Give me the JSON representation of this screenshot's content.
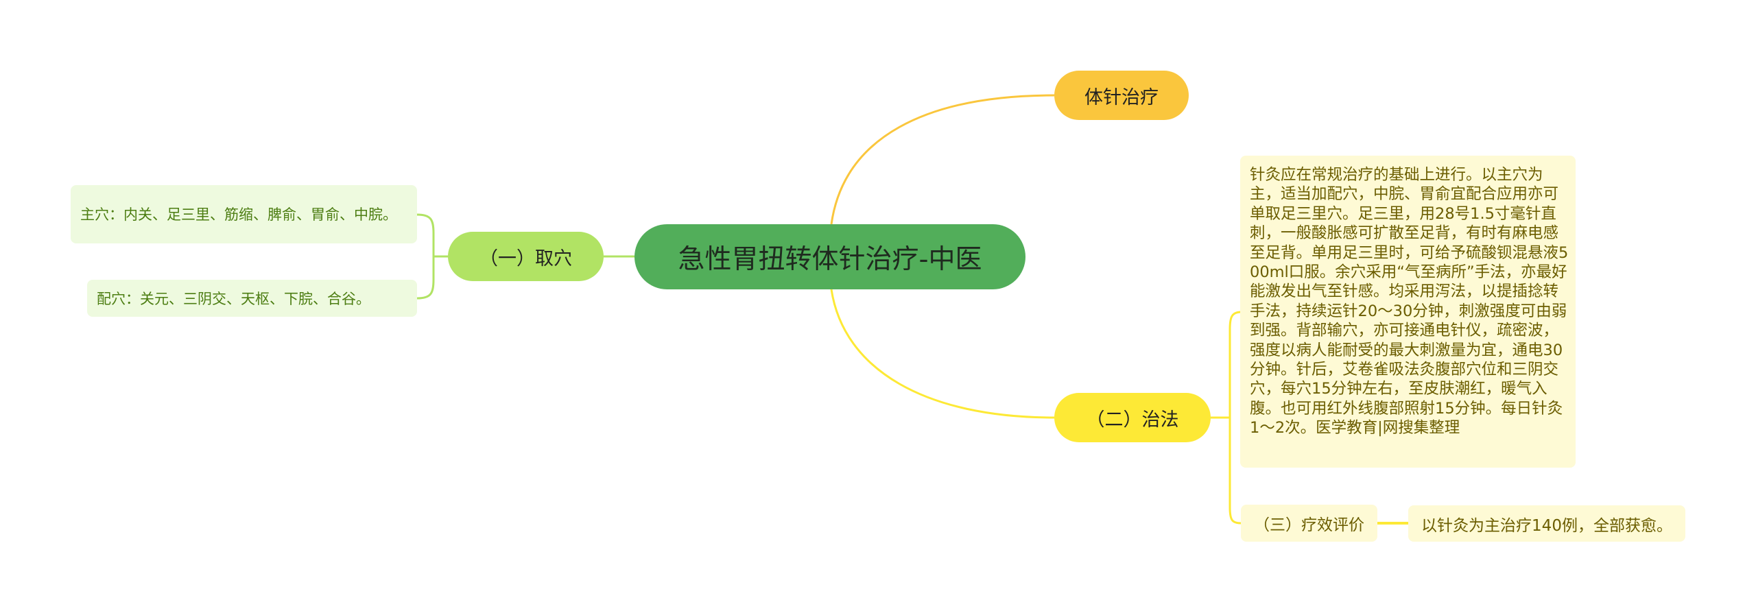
{
  "mindmap": {
    "root": {
      "label": "急性胃扭转体针治疗-中医",
      "color": "#52ae5a"
    },
    "branches": [
      {
        "label": "（一）取穴",
        "color": "#b1e364",
        "children": [
          {
            "label": "主穴：内关、足三里、筋缩、脾俞、胃俞、中脘。"
          },
          {
            "label": "配穴：关元、三阴交、天枢、下脘、合谷。"
          }
        ]
      },
      {
        "label": "体针治疗",
        "color": "#fac63d"
      },
      {
        "label": "（二）治法",
        "color": "#fde936",
        "children": [
          {
            "label": "针灸应在常规治疗的基础上进行。以主穴为主，适当加配穴，中脘、胃俞宜配合应用亦可单取足三里穴。足三里，用28号1.5寸毫针直刺，一般酸胀感可扩散至足背，有时有麻电感至足背。单用足三里时，可给予硫酸钡混悬液500ml口服。余穴采用“气至病所”手法，亦最好能激发出气至针感。均采用泻法，以提插捻转手法，持续运针20～30分钟，刺激强度可由弱到强。背部输穴，亦可接通电针仪，疏密波，强度以病人能耐受的最大刺激量为宜，通电30分钟。针后，艾卷雀吸法灸腹部穴位和三阴交穴，每穴15分钟左右，至皮肤潮红，暖气入腹。也可用红外线腹部照射15分钟。每日针灸1～2次。医学教育|网搜集整理"
          },
          {
            "label": "（三）疗效评价",
            "children": [
              {
                "label": "以针灸为主治疗140例，全部获愈。"
              }
            ]
          }
        ]
      }
    ]
  }
}
